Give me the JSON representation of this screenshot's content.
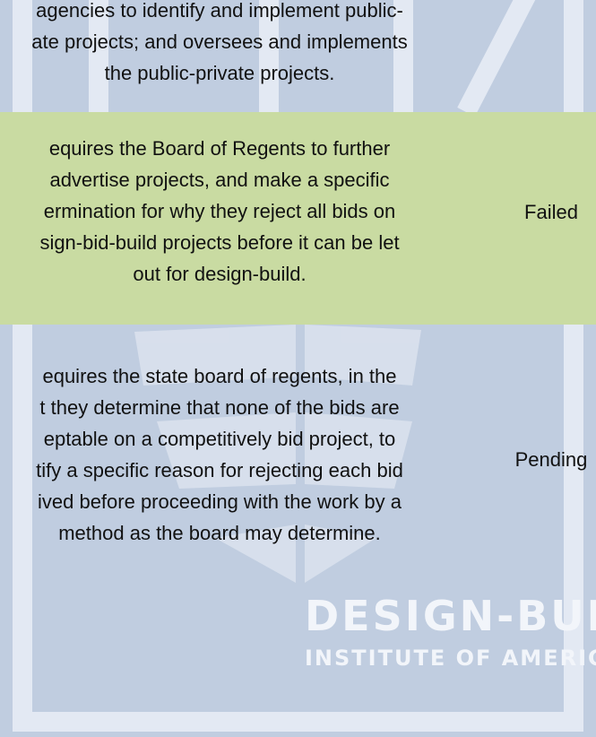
{
  "top_row": {
    "lines": [
      "agencies to identify and implement public-",
      "ate projects; and oversees and implements",
      "the public-private projects."
    ]
  },
  "failed_row": {
    "lines": [
      "equires the Board of Regents to further",
      "advertise projects, and make a specific",
      "ermination for why they reject all bids on",
      "sign-bid-build projects before it can be let",
      "out for design-build."
    ],
    "status": "Failed"
  },
  "pending_row": {
    "lines": [
      "equires the state board of regents, in the",
      "t they determine that none of the bids are",
      "eptable on a competitively bid project, to",
      "tify a specific reason for rejecting each bid",
      "ived before proceeding with the work by a",
      "method as the board may determine."
    ],
    "status": "Pending"
  },
  "watermark": {
    "line1": "DESIGN-BUILD",
    "line2": "INSTITUTE OF AMERICA"
  },
  "colors": {
    "background": "#c0cde0",
    "failed_row": "#c9dba2",
    "watermark": "#f2f5fa"
  }
}
